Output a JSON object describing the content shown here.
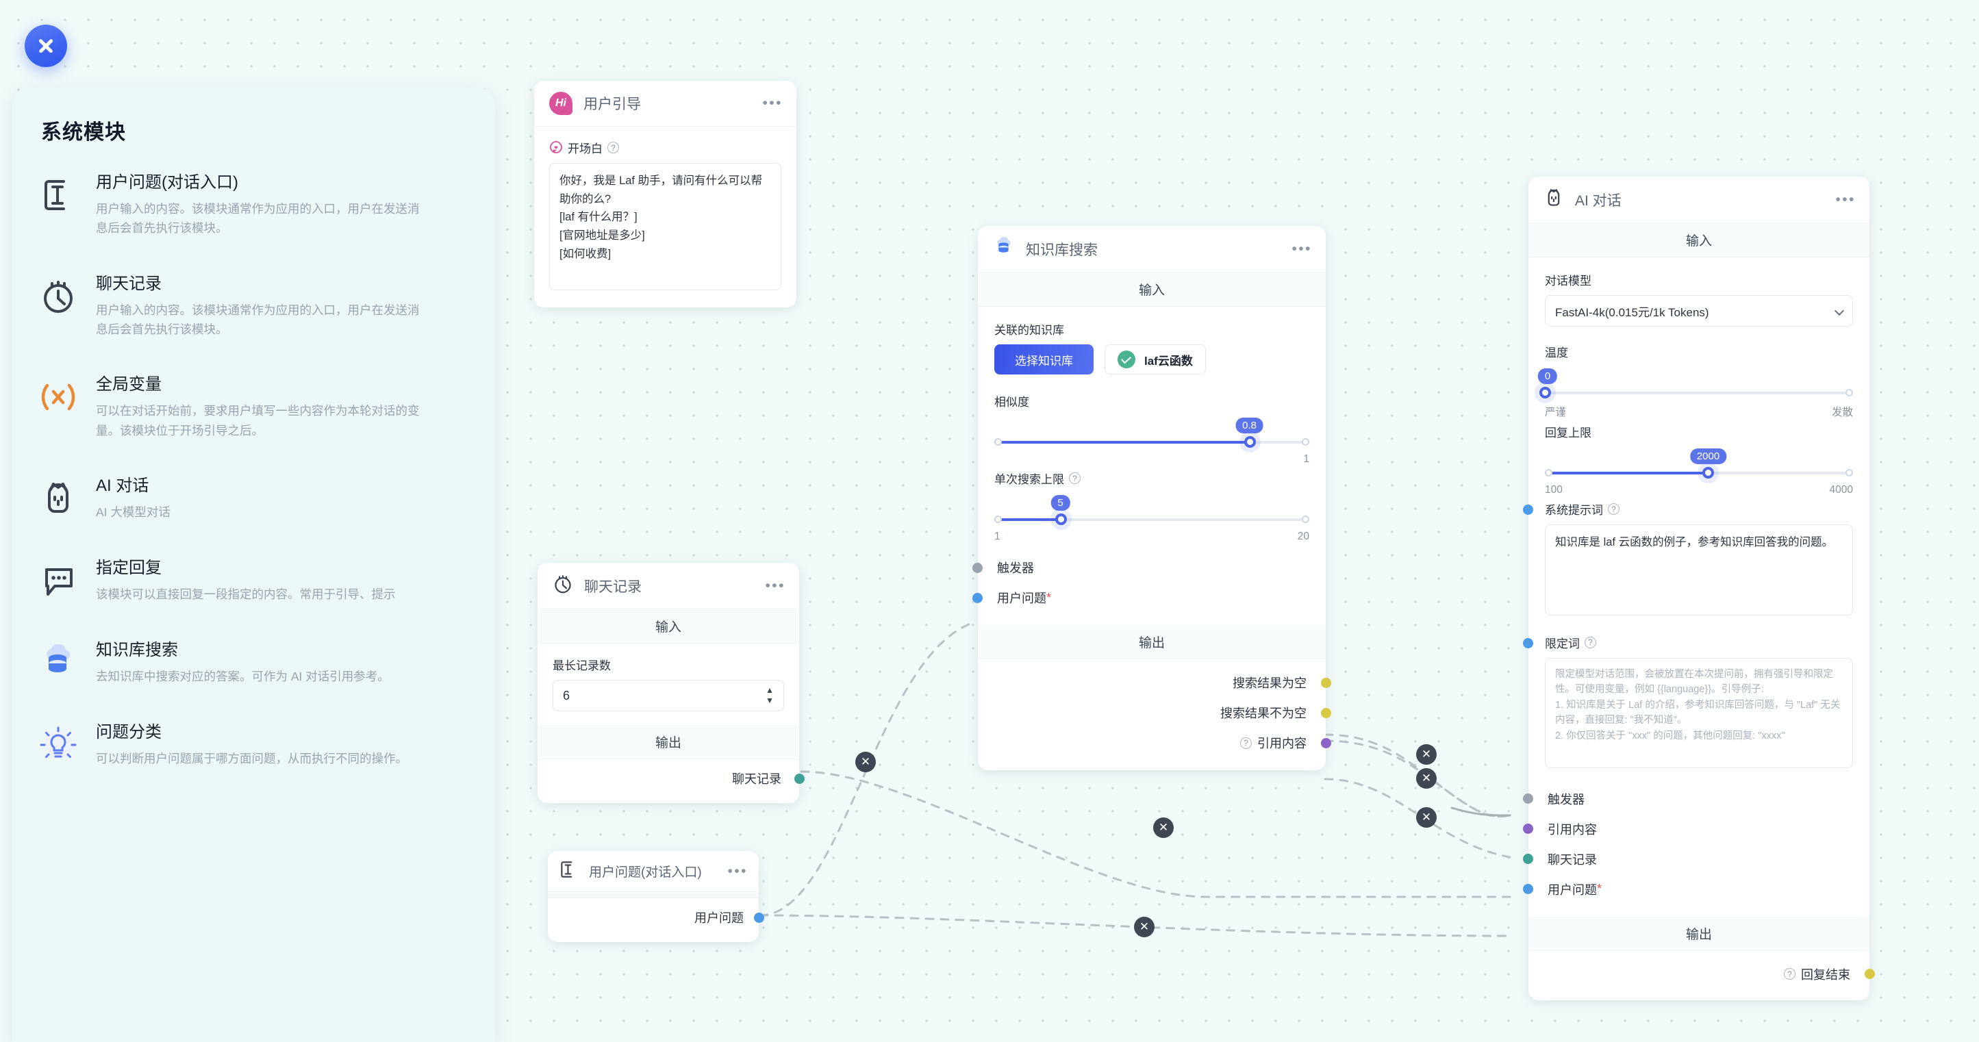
{
  "app": {
    "close_button": "×",
    "accent": "#3b63f0",
    "canvas_bg": "#f1f9f9"
  },
  "sidebar": {
    "title": "系统模块",
    "items": [
      {
        "icon": "text-input-icon",
        "name": "用户问题(对话入口)",
        "desc": "用户输入的内容。该模块通常作为应用的入口，用户在发送消息后会首先执行该模块。"
      },
      {
        "icon": "clock-icon",
        "name": "聊天记录",
        "desc": "用户输入的内容。该模块通常作为应用的入口，用户在发送消息后会首先执行该模块。"
      },
      {
        "icon": "variable-x-icon",
        "name": "全局变量",
        "desc": "可以在对话开始前，要求用户填写一些内容作为本轮对话的变量。该模块位于开场引导之后。"
      },
      {
        "icon": "robot-icon",
        "name": "AI 对话",
        "desc": "AI 大模型对话"
      },
      {
        "icon": "chat-bubble-icon",
        "name": "指定回复",
        "desc": "该模块可以直接回复一段指定的内容。常用于引导、提示"
      },
      {
        "icon": "database-icon",
        "name": "知识库搜索",
        "desc": "去知识库中搜索对应的答案。可作为 AI 对话引用参考。"
      },
      {
        "icon": "lightbulb-icon",
        "name": "问题分类",
        "desc": "可以判断用户问题属于哪方面问题，从而执行不同的操作。"
      }
    ]
  },
  "nodes": {
    "user_guide": {
      "icon": "hi-badge-icon",
      "title": "用户引导",
      "menu": "•••",
      "field_label": "开场白",
      "field_help": "?",
      "value": "你好，我是 Laf 助手，请问有什么可以帮助你的么?\n[laf 有什么用？]\n[官网地址是多少]\n[如何收费]"
    },
    "chat_history": {
      "icon": "clock-icon",
      "title": "聊天记录",
      "menu": "•••",
      "input_header": "输入",
      "output_header": "输出",
      "max_label": "最长记录数",
      "max_value": "6",
      "outputs": [
        {
          "label": "聊天记录",
          "color": "#3fa196"
        }
      ]
    },
    "user_question": {
      "icon": "text-input-icon",
      "title": "用户问题(对话入口)",
      "menu": "•••",
      "outputs": [
        {
          "label": "用户问题",
          "color": "#4a9ae8"
        }
      ]
    },
    "kb_search": {
      "icon": "database-icon",
      "title": "知识库搜索",
      "menu": "•••",
      "input_header": "输入",
      "output_header": "输出",
      "kb_label": "关联的知识库",
      "kb_select_button": "选择知识库",
      "kb_chip": "laf云函数",
      "similarity_label": "相似度",
      "similarity_value": "0.8",
      "similarity_min": "",
      "similarity_max": "1",
      "limit_label": "单次搜索上限",
      "limit_help": "?",
      "limit_value": "5",
      "limit_min": "1",
      "limit_max": "20",
      "inputs": [
        {
          "label": "触发器",
          "color": "#9aa3ad",
          "required": false
        },
        {
          "label": "用户问题",
          "color": "#4a9ae8",
          "required": true
        }
      ],
      "outputs": [
        {
          "label": "搜索结果为空",
          "color": "#d7c944",
          "help": false
        },
        {
          "label": "搜索结果不为空",
          "color": "#d7c944",
          "help": false
        },
        {
          "label": "引用内容",
          "color": "#8a63c9",
          "help": true
        }
      ]
    },
    "ai_chat": {
      "icon": "robot-icon",
      "title": "AI 对话",
      "menu": "•••",
      "input_header": "输入",
      "output_header": "输出",
      "model_label": "对话模型",
      "model_value": "FastAI-4k(0.015元/1k Tokens)",
      "temp_label": "温度",
      "temp_value": "0",
      "temp_min_label": "严谨",
      "temp_max_label": "发散",
      "max_tokens_label": "回复上限",
      "max_tokens_value": "2000",
      "max_tokens_min": "100",
      "max_tokens_max": "4000",
      "system_prompt_label": "系统提示词",
      "system_prompt_help": "?",
      "system_prompt_value": "知识库是 laf 云函数的例子，参考知识库回答我的问题。",
      "limit_prompt_label": "限定词",
      "limit_prompt_help": "?",
      "limit_prompt_placeholder": "限定模型对话范围，会被放置在本次提问前，拥有强引导和限定性。可使用变量，例如 {{language}}。引导例子:\n1. 知识库是关于 Laf 的介绍，参考知识库回答问题，与 \"Laf\" 无关内容，直接回复: \"我不知道\"。\n2. 你仅回答关于 \"xxx\" 的问题，其他问题回复: \"xxxx\"",
      "inputs": [
        {
          "label": "触发器",
          "color": "#9aa3ad",
          "required": false
        },
        {
          "label": "引用内容",
          "color": "#8a63c9",
          "required": false
        },
        {
          "label": "聊天记录",
          "color": "#3fa196",
          "required": false
        },
        {
          "label": "用户问题",
          "color": "#4a9ae8",
          "required": true
        }
      ],
      "outputs": [
        {
          "label": "回复结束",
          "color": "#d7c944",
          "help": true
        }
      ]
    }
  },
  "edges": {
    "delete_glyph": "✕",
    "count": 7
  }
}
